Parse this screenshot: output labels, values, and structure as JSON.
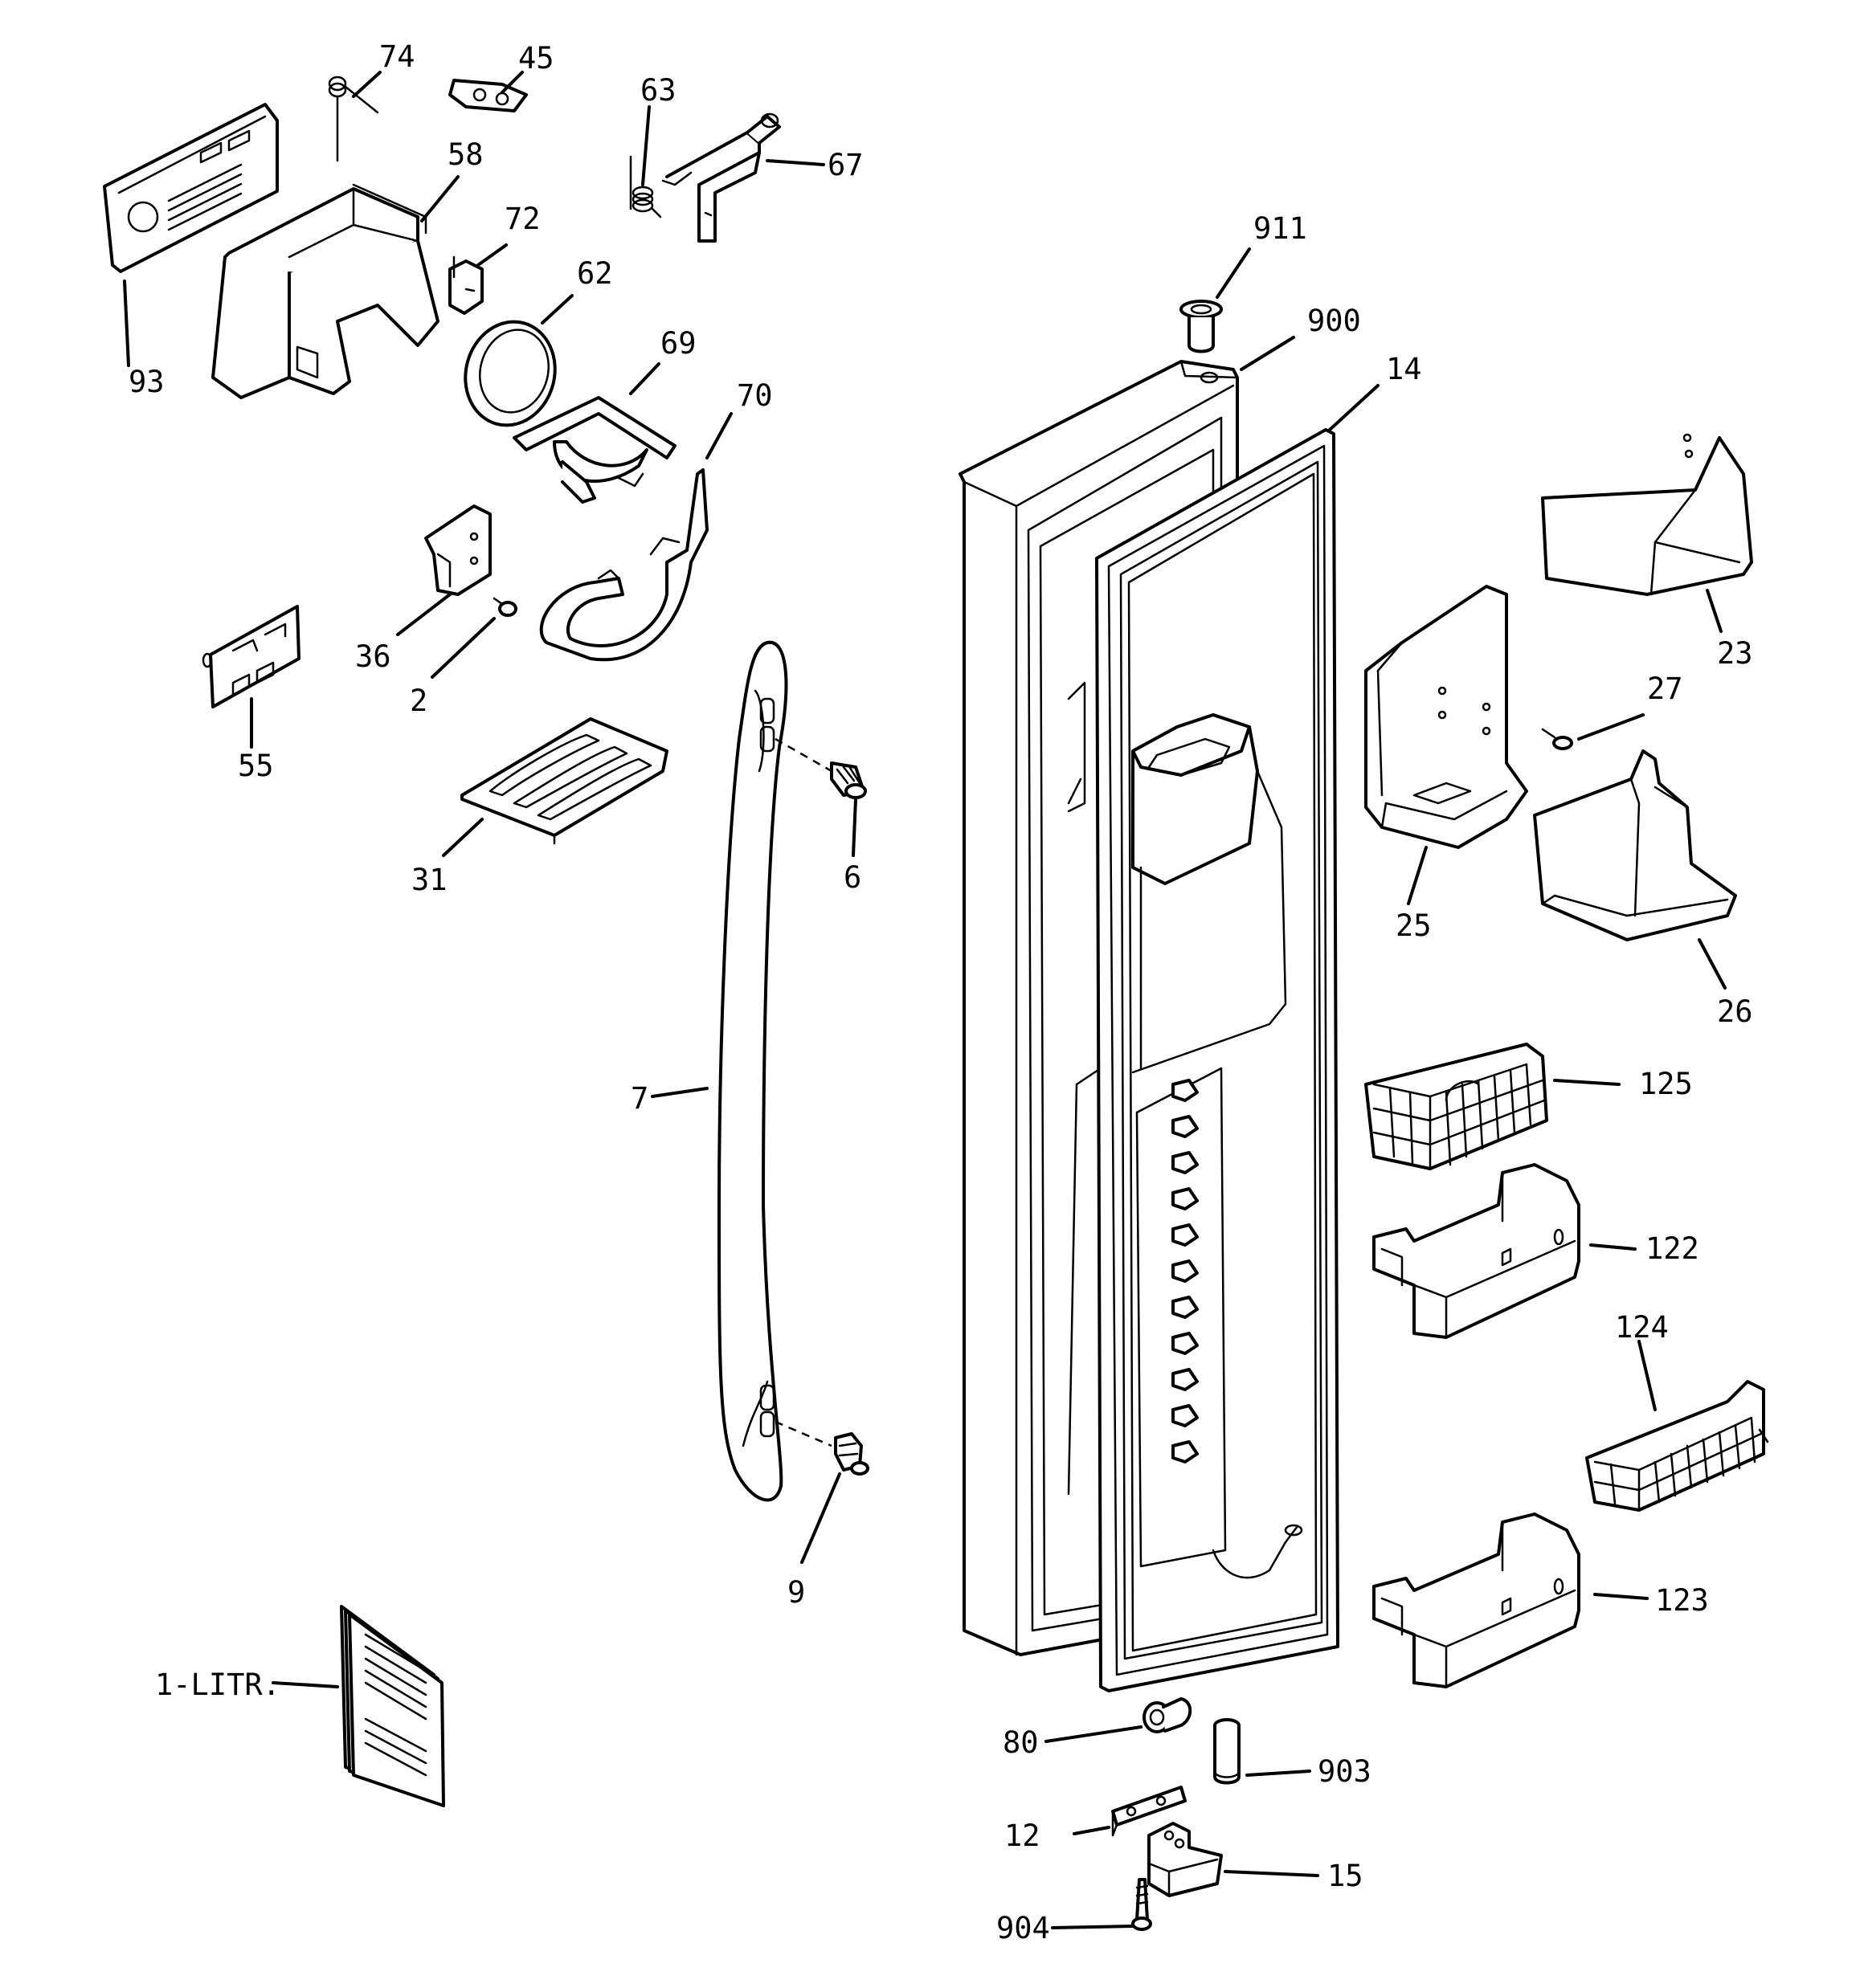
{
  "callouts": {
    "c74": "74",
    "c45": "45",
    "c63": "63",
    "c67": "67",
    "c58": "58",
    "c72": "72",
    "c62": "62",
    "c911": "911",
    "c93": "93",
    "c69": "69",
    "c900": "900",
    "c70": "70",
    "c14": "14",
    "c36": "36",
    "c2": "2",
    "c23": "23",
    "c27": "27",
    "c55": "55",
    "c6": "6",
    "c31": "31",
    "c25": "25",
    "c26": "26",
    "c7": "7",
    "c125": "125",
    "c122": "122",
    "c124": "124",
    "c9": "9",
    "c123": "123",
    "c1litr": "1-LITR.",
    "c80": "80",
    "c903": "903",
    "c12": "12",
    "c15": "15",
    "c904": "904"
  }
}
